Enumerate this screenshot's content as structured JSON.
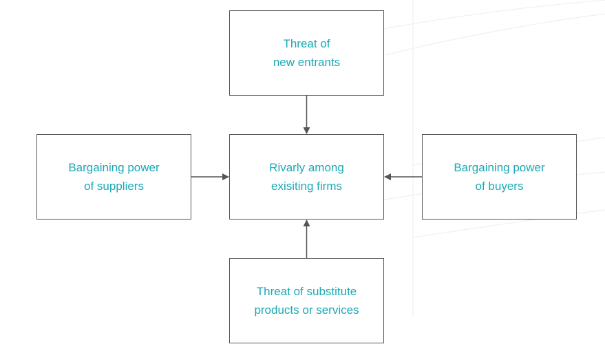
{
  "diagram": {
    "center": {
      "line1": "Rivarly among",
      "line2": "exisiting firms"
    },
    "top": {
      "line1": "Threat of",
      "line2": "new entrants"
    },
    "left": {
      "line1": "Bargaining power",
      "line2": "of suppliers"
    },
    "right": {
      "line1": "Bargaining power",
      "line2": "of buyers"
    },
    "bottom": {
      "line1": "Threat of substitute",
      "line2": "products or services"
    }
  },
  "colors": {
    "text": "#1aa9b5",
    "border": "#555555",
    "arrow": "#555555"
  }
}
